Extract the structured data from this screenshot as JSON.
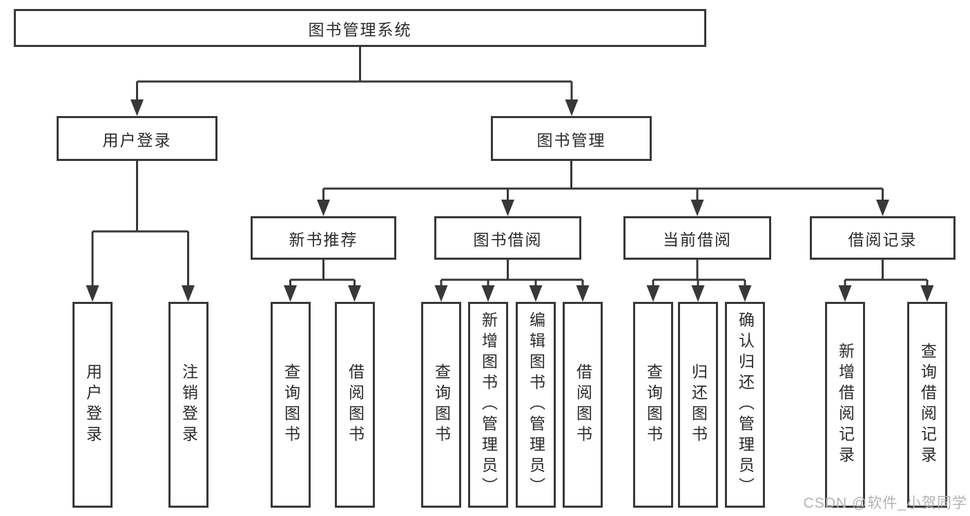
{
  "tree": {
    "label": "图书管理系统",
    "children": [
      {
        "label": "用户登录",
        "children": [
          {
            "label": "用户登录"
          },
          {
            "label": "注销登录"
          }
        ]
      },
      {
        "label": "图书管理",
        "children": [
          {
            "label": "新书推荐",
            "children": [
              {
                "label": "查询图书"
              },
              {
                "label": "借阅图书"
              }
            ]
          },
          {
            "label": "图书借阅",
            "children": [
              {
                "label": "查询图书"
              },
              {
                "label": "新增图书（管理员）"
              },
              {
                "label": "编辑图书（管理员）"
              },
              {
                "label": "借阅图书"
              }
            ]
          },
          {
            "label": "当前借阅",
            "children": [
              {
                "label": "查询图书"
              },
              {
                "label": "归还图书"
              },
              {
                "label": "确认归还（管理员）"
              }
            ]
          },
          {
            "label": "借阅记录",
            "children": [
              {
                "label": "新增借阅记录"
              },
              {
                "label": "查询借阅记录"
              }
            ]
          }
        ]
      }
    ]
  },
  "watermark": {
    "text": "CSDN @软件_小贺同学"
  },
  "colors": {
    "line": "#383838",
    "text": "#2b2b2b",
    "background": "#ffffff",
    "watermark": "#b3b3b3"
  }
}
